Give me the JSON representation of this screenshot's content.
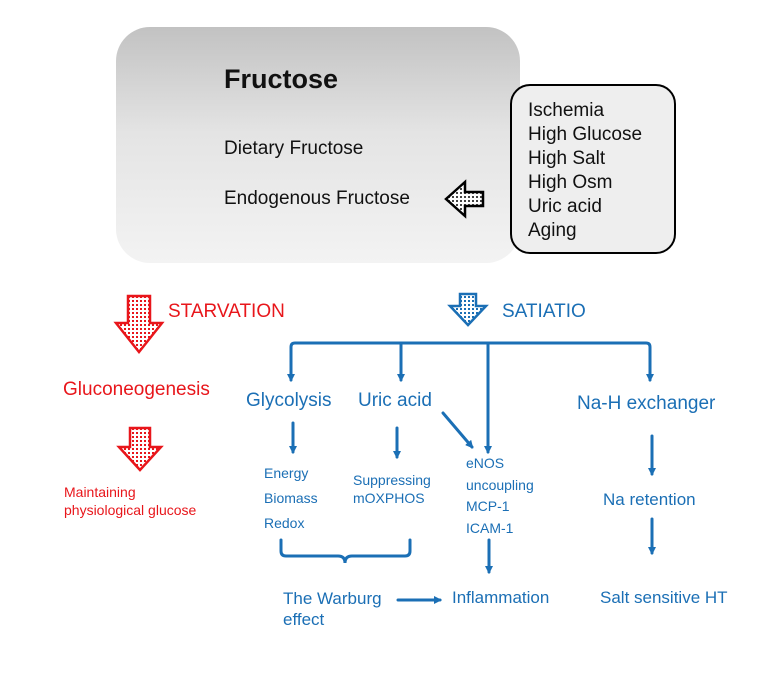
{
  "fructose": {
    "title": "Fructose",
    "dietary": "Dietary Fructose",
    "endogenous": "Endogenous Fructose"
  },
  "factors": [
    "Ischemia",
    "High Glucose",
    "High Salt",
    "High Osm",
    "Uric acid",
    "Aging"
  ],
  "starvation": {
    "label": "STARVATION",
    "gluconeogenesis": "Gluconeogenesis",
    "maintaining": [
      "Maintaining",
      "physiological glucose"
    ]
  },
  "satiation": {
    "label": "SATIATIO",
    "glycolysis": "Glycolysis",
    "uric_acid": "Uric acid",
    "na_h_exchanger": "Na-H exchanger",
    "energy_items": [
      "Energy",
      "Biomass",
      "Redox"
    ],
    "suppressing": [
      "Suppressing",
      "mOXPHOS"
    ],
    "enos_items": [
      "eNOS",
      "uncoupling",
      "MCP-1",
      "ICAM-1"
    ],
    "na_retention": "Na retention",
    "warburg": [
      "The Warburg",
      "effect"
    ],
    "inflammation": "Inflammation",
    "salt_ht": "Salt sensitive HT"
  },
  "colors": {
    "blue": "#1b6fb5",
    "red": "#e8161b",
    "black": "#000000"
  }
}
